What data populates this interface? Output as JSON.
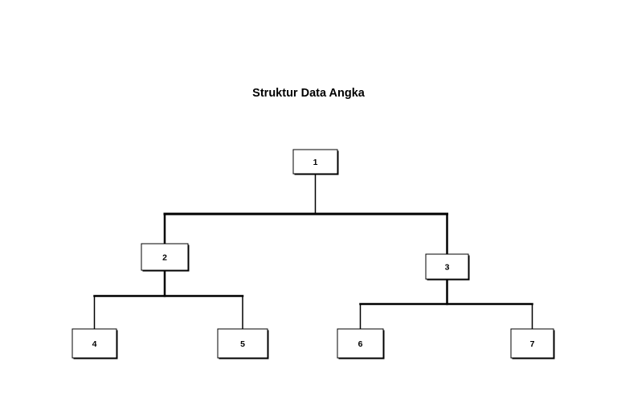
{
  "diagram": {
    "title": "Struktur Data Angka",
    "line_color": "#000000",
    "background": "#ffffff",
    "nodes": [
      {
        "id": "1",
        "label": "1"
      },
      {
        "id": "2",
        "label": "2"
      },
      {
        "id": "3",
        "label": "3"
      },
      {
        "id": "4",
        "label": "4"
      },
      {
        "id": "5",
        "label": "5"
      },
      {
        "id": "6",
        "label": "6"
      },
      {
        "id": "7",
        "label": "7"
      }
    ],
    "edges": [
      {
        "from": "1",
        "to": "2"
      },
      {
        "from": "1",
        "to": "3"
      },
      {
        "from": "2",
        "to": "4"
      },
      {
        "from": "2",
        "to": "5"
      },
      {
        "from": "3",
        "to": "6"
      },
      {
        "from": "3",
        "to": "7"
      }
    ]
  }
}
